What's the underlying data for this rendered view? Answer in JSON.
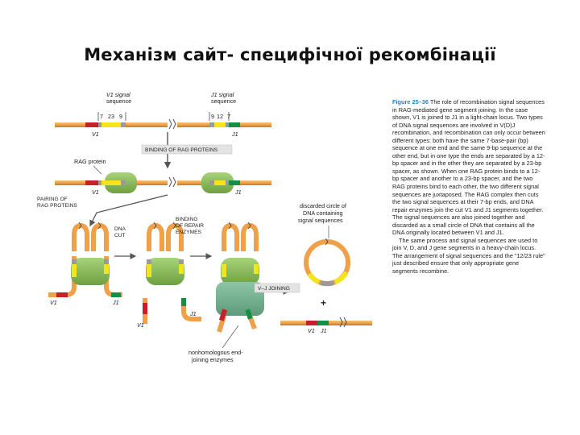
{
  "title": "Механізм сайт- специфічної рекомбінації",
  "figure": {
    "v1_signal_line1": "V1 signal",
    "v1_signal_line2": "sequence",
    "j1_signal_line1": "J1 signal",
    "j1_signal_line2": "sequence",
    "num_7_left": "7",
    "num_23": "23",
    "num_9_left": "9",
    "num_9_right": "9",
    "num_12": "12",
    "num_7_right": "7",
    "seg_v1": "V1",
    "seg_j1": "J1",
    "binding_rag": "BINDING OF RAG PROTEINS",
    "rag_protein": "RAG protein",
    "pairing_line1": "PAIRING OF",
    "pairing_line2": "RAG PROTEINS",
    "dna_cut_line1": "DNA",
    "dna_cut_line2": "CUT",
    "repair_line1": "BINDING",
    "repair_line2": "OF REPAIR",
    "repair_line3": "ENZYMES",
    "discarded_line1": "discarded circle of",
    "discarded_line2": "DNA containing",
    "discarded_line3": "signal sequences",
    "vj_joining": "V–J JOINING",
    "plus": "+",
    "nhej_line1": "nonhomologous end-",
    "nhej_line2": "joining enzymes",
    "final_v1": "V1",
    "final_j1": "J1"
  },
  "caption": {
    "fig_title": "Figure 25–36",
    "paragraph1": "The role of recombination signal sequences in RAG-mediated gene segment joining. In the case shown, V1 is joined to J1 in a light-chain locus. Two types of DNA signal sequences are involved in V(D)J recombination, and recombination can only occur between different types: both have the same 7-base-pair (bp) sequence at one end and the same 9-bp sequence at the other end, but in one type the ends are separated by a 12-bp spacer and in the other they are separated by a 23-bp spacer, as shown. When one RAG protein binds to a 12-bp spacer and another to a 23-bp spacer, and the two RAG proteins bind to each other, the two different signal sequences are juxtaposed. The RAG complex then cuts the two signal sequences at their 7-bp ends, and DNA repair enzymes join the cut V1 and J1 segments together. The signal sequences are also joined together and discarded as a small circle of DNA that contains all the DNA originally located between V1 and J1.",
    "paragraph2": "The same process and signal sequences are used to join V, D, and J gene segments in a heavy-chain locus. The arrangement of signal sequences and the \"12/23 rule\" just described ensure that only appropriate gene segments recombine."
  },
  "colors": {
    "dna": "#f0a048",
    "dna_dark": "#c47a2a",
    "v_segment": "#c8202a",
    "j_segment": "#149046",
    "spacer": "#f2e51b",
    "heptamer": "#9a9a9a",
    "rag": "#8cc155",
    "repair": "#6fae8c",
    "caption_title": "#2f7fb0"
  }
}
